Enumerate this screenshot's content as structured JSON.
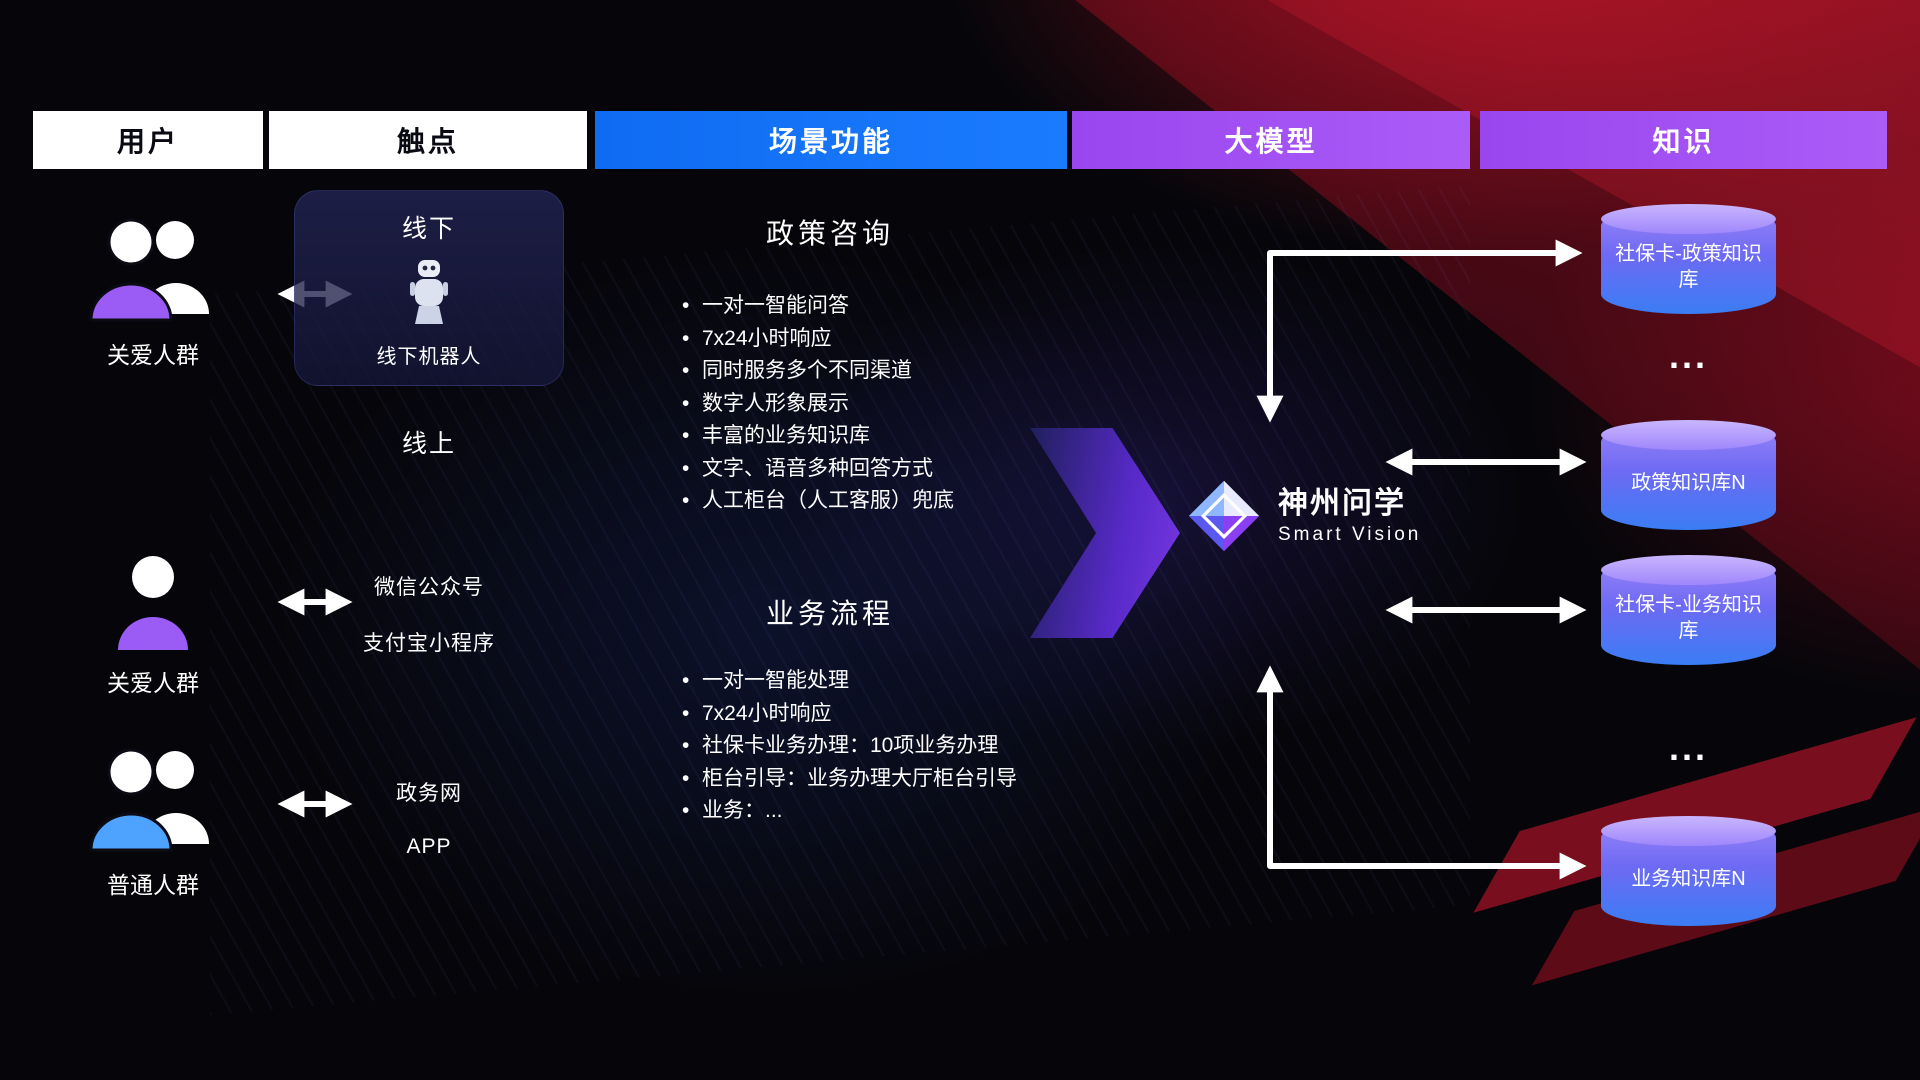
{
  "header": {
    "users": "用户",
    "touchpoints": "触点",
    "scenarios": "场景功能",
    "model": "大模型",
    "knowledge": "知识"
  },
  "users": [
    {
      "label": "关爱人群"
    },
    {
      "label": "关爱人群"
    },
    {
      "label": "普通人群"
    }
  ],
  "touchpoints": {
    "offline_title": "线下",
    "offline_robot": "线下机器人",
    "online_title": "线上",
    "wechat": "微信公众号",
    "alipay": "支付宝小程序",
    "govweb": "政务网",
    "app": "APP"
  },
  "scenarios": [
    {
      "title": "政策咨询",
      "items": [
        "一对一智能问答",
        "7x24小时响应",
        "同时服务多个不同渠道",
        "数字人形象展示",
        "丰富的业务知识库",
        "文字、语音多种回答方式",
        "人工柜台（人工客服）兜底"
      ]
    },
    {
      "title": "业务流程",
      "items": [
        "一对一智能处理",
        "7x24小时响应",
        "社保卡业务办理：10项业务办理",
        "柜台引导：业务办理大厅柜台引导",
        "业务：..."
      ]
    }
  ],
  "model": {
    "name": "神州问学",
    "subtitle": "Smart Vision"
  },
  "knowledge": {
    "cylinders": [
      {
        "label": "社保卡-政策知识库"
      },
      {
        "label": "政策知识库N"
      },
      {
        "label": "社保卡-业务知识库"
      },
      {
        "label": "业务知识库N"
      }
    ],
    "ellipsis": "..."
  },
  "colors": {
    "header_blue": "#1573f4",
    "header_purple": "#a552f4",
    "cylinder_top": "#c9b6ff",
    "cylinder_bottom": "#3a7df4",
    "user_purple": "#9b5cf6",
    "user_blue": "#4da3ff",
    "big_arrow_purple": "#7c3aed",
    "accent_red": "#8e1222"
  }
}
